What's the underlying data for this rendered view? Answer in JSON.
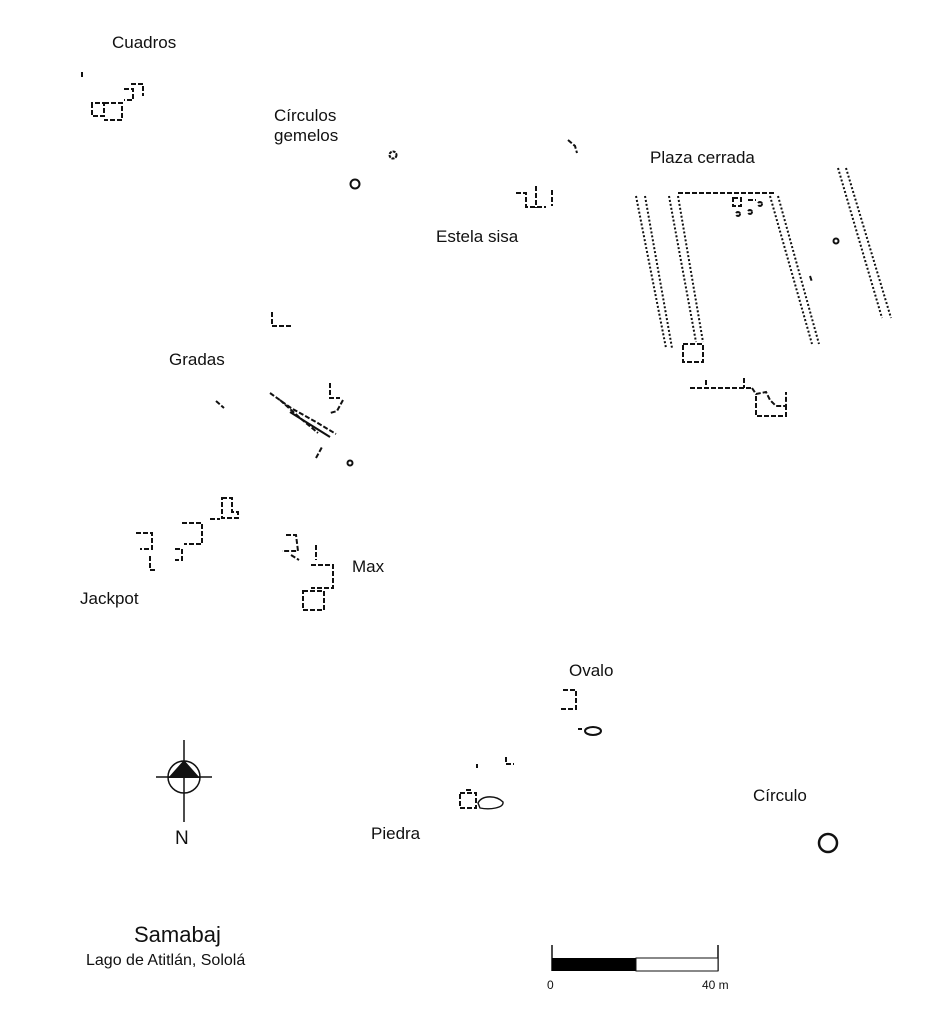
{
  "title": "Samabaj",
  "subtitle": "Lago de Atitlán, Sololá",
  "north_label": "N",
  "scale": {
    "start": "0",
    "end": "40 m"
  },
  "sites": {
    "cuadros": "Cuadros",
    "circulos_gemelos": "Círculos\ngemelos",
    "estela_sisa": "Estela sisa",
    "plaza_cerrada": "Plaza cerrada",
    "gradas": "Gradas",
    "jackpot": "Jackpot",
    "max": "Max",
    "ovalo": "Ovalo",
    "piedra": "Piedra",
    "circulo": "Círculo"
  },
  "colors": {
    "ink": "#111111",
    "scale_fill": "#000000",
    "background": "#ffffff"
  }
}
